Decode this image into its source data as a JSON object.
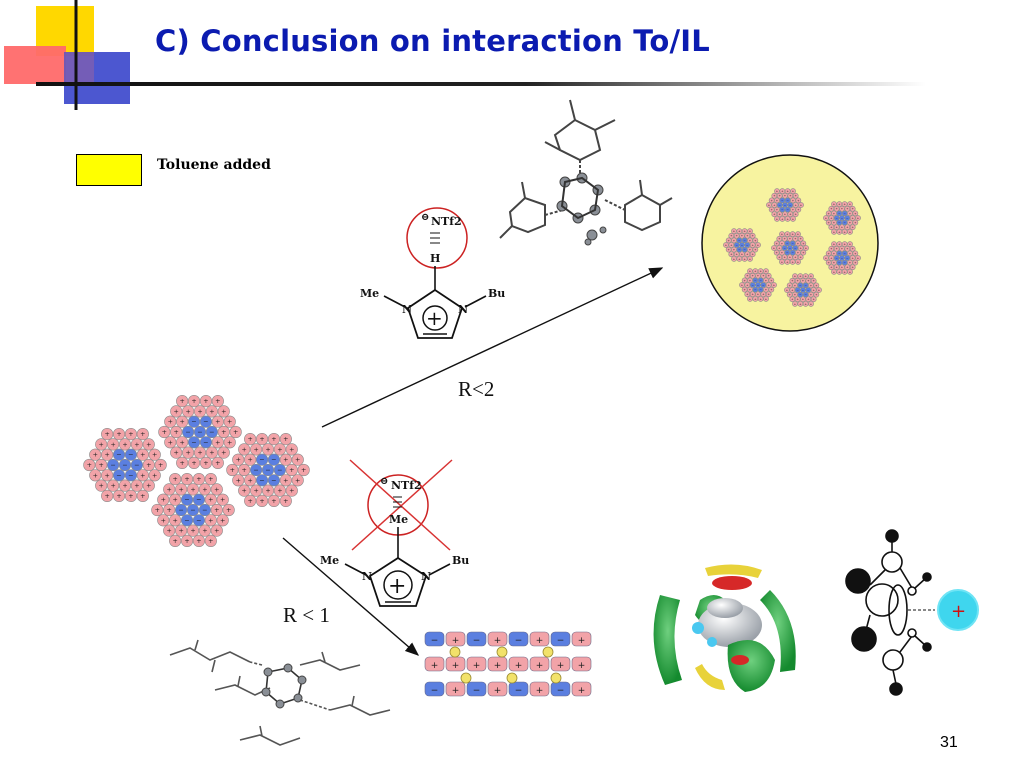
{
  "slide": {
    "title": "C) Conclusion on interaction To/IL",
    "number": "31"
  },
  "legend": {
    "label": "Toluene added",
    "swatch_color": "#ffff00"
  },
  "upper_pathway": {
    "ratio_label": "R<2",
    "anion_label": "NTf2",
    "anion_charge": "⊖",
    "bridge_atom": "H",
    "substituent_left": "Me",
    "substituent_right": "Bu",
    "ring_atom_left": "N",
    "ring_atom_right": "N",
    "ring_charge": "+"
  },
  "lower_pathway": {
    "ratio_label": "R < 1",
    "anion_label": "NTf2",
    "anion_charge": "⊖",
    "bridge_atom": "Me",
    "substituent_left": "Me",
    "substituent_right": "Bu",
    "ring_atom_left": "N",
    "ring_atom_right": "N",
    "ring_charge": "+"
  },
  "cation_symbol": "+",
  "colors": {
    "title": "#0b1bb0",
    "cation_bead": "#f2a3a8",
    "anion_bead": "#5b7fe0",
    "droplet": "#f7f3a0",
    "surface_green": "#2fa84a"
  }
}
